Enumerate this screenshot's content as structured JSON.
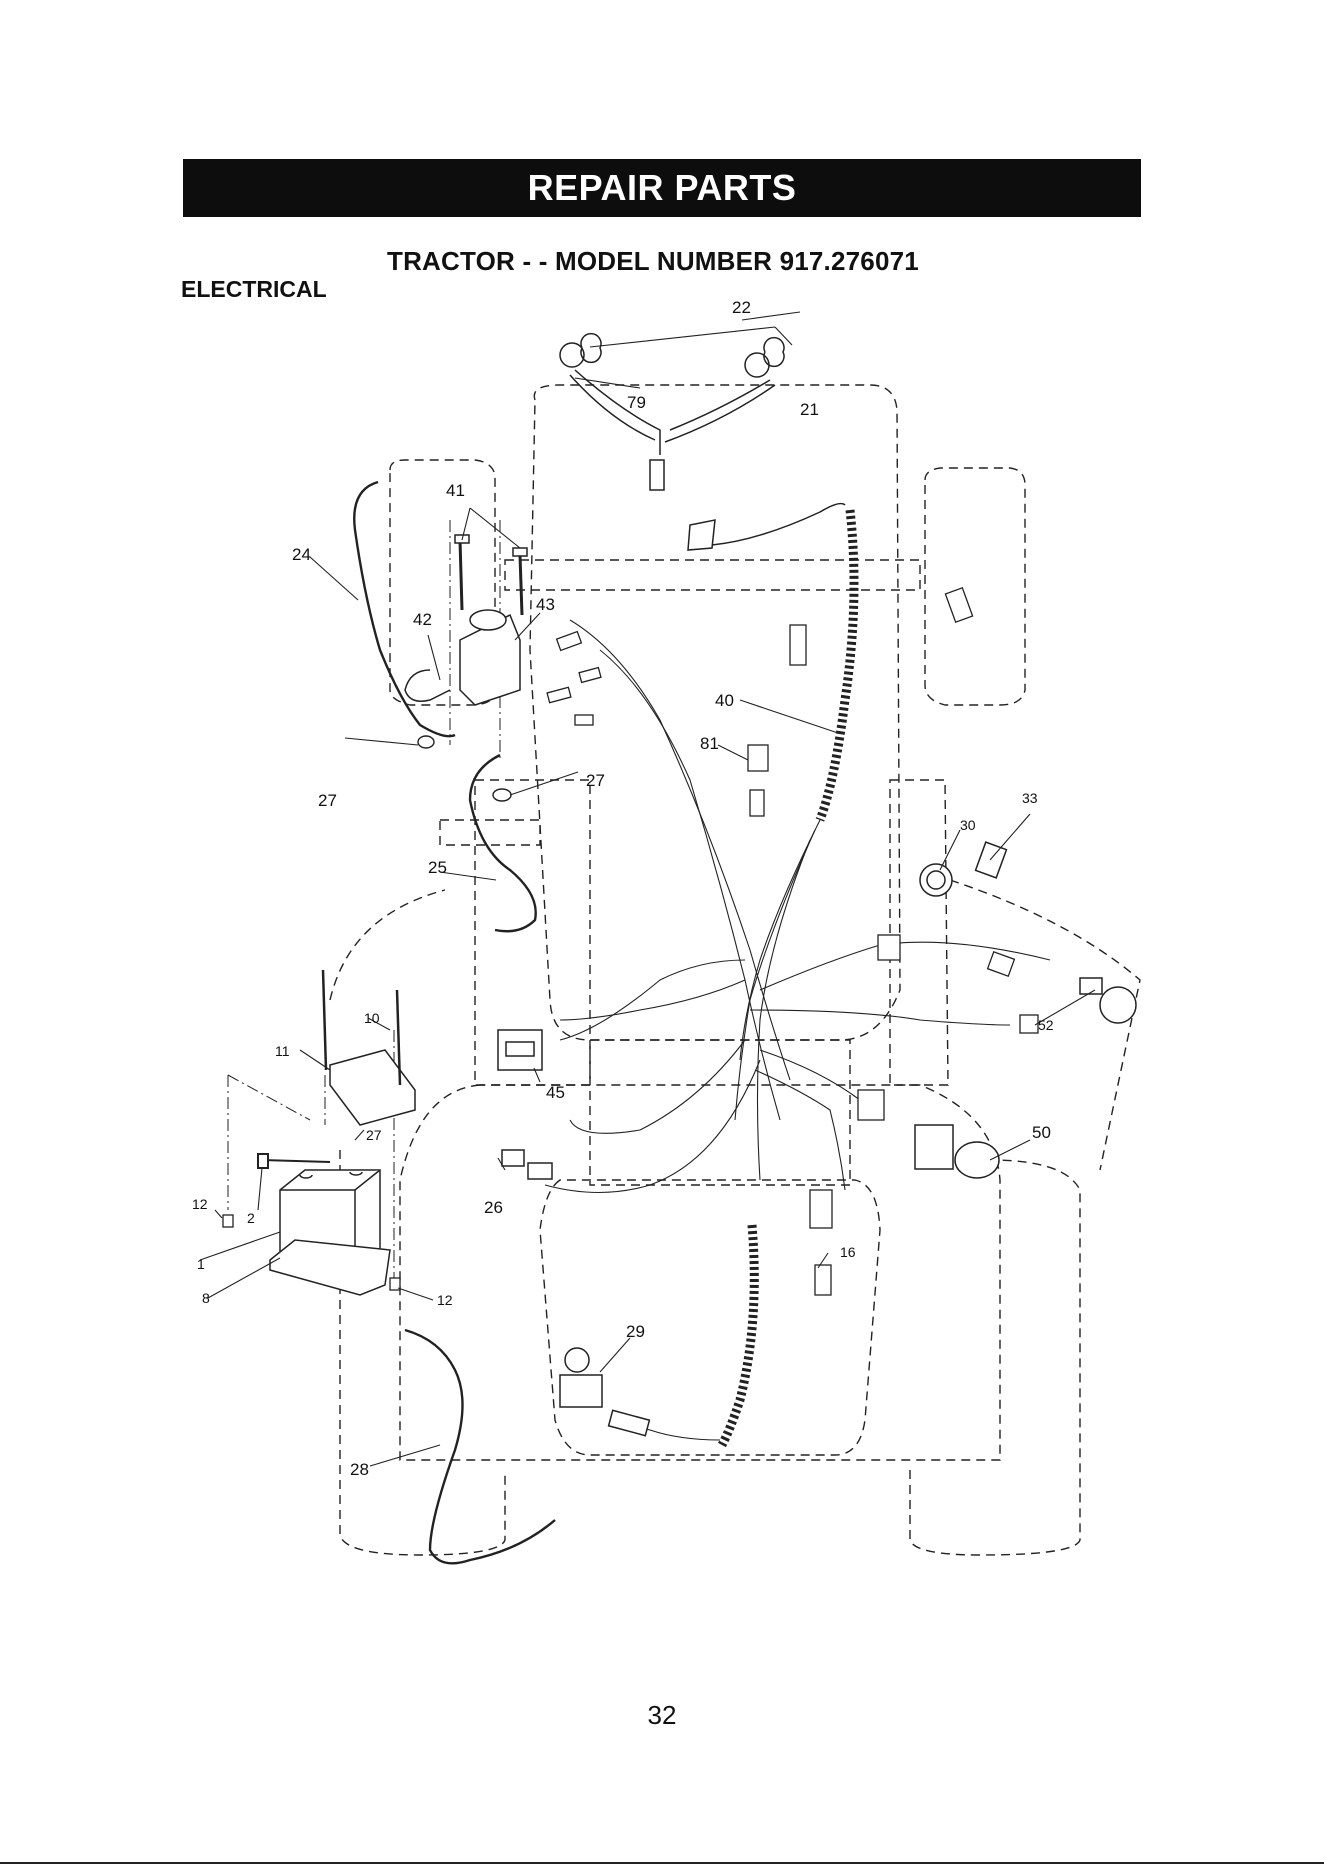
{
  "header": {
    "banner": "REPAIR PARTS"
  },
  "title": "TRACTOR - - MODEL NUMBER 917.276071",
  "section": "ELECTRICAL",
  "page_number": "32",
  "callouts": [
    {
      "id": "c22",
      "label": "22"
    },
    {
      "id": "c79",
      "label": "79"
    },
    {
      "id": "c21",
      "label": "21"
    },
    {
      "id": "c41",
      "label": "41"
    },
    {
      "id": "c24",
      "label": "24"
    },
    {
      "id": "c42",
      "label": "42"
    },
    {
      "id": "c43",
      "label": "43"
    },
    {
      "id": "c40",
      "label": "40"
    },
    {
      "id": "c81",
      "label": "81"
    },
    {
      "id": "c27a",
      "label": "27"
    },
    {
      "id": "c27b",
      "label": "27"
    },
    {
      "id": "c33",
      "label": "33"
    },
    {
      "id": "c30",
      "label": "30"
    },
    {
      "id": "c25",
      "label": "25"
    },
    {
      "id": "c10",
      "label": "10"
    },
    {
      "id": "c11",
      "label": "11"
    },
    {
      "id": "c52",
      "label": "52"
    },
    {
      "id": "c45",
      "label": "45"
    },
    {
      "id": "c27c",
      "label": "27"
    },
    {
      "id": "c50",
      "label": "50"
    },
    {
      "id": "c12a",
      "label": "12"
    },
    {
      "id": "c2",
      "label": "2"
    },
    {
      "id": "c26",
      "label": "26"
    },
    {
      "id": "c1",
      "label": "1"
    },
    {
      "id": "c16",
      "label": "16"
    },
    {
      "id": "c8",
      "label": "8"
    },
    {
      "id": "c12b",
      "label": "12"
    },
    {
      "id": "c29",
      "label": "29"
    },
    {
      "id": "c28",
      "label": "28"
    }
  ]
}
